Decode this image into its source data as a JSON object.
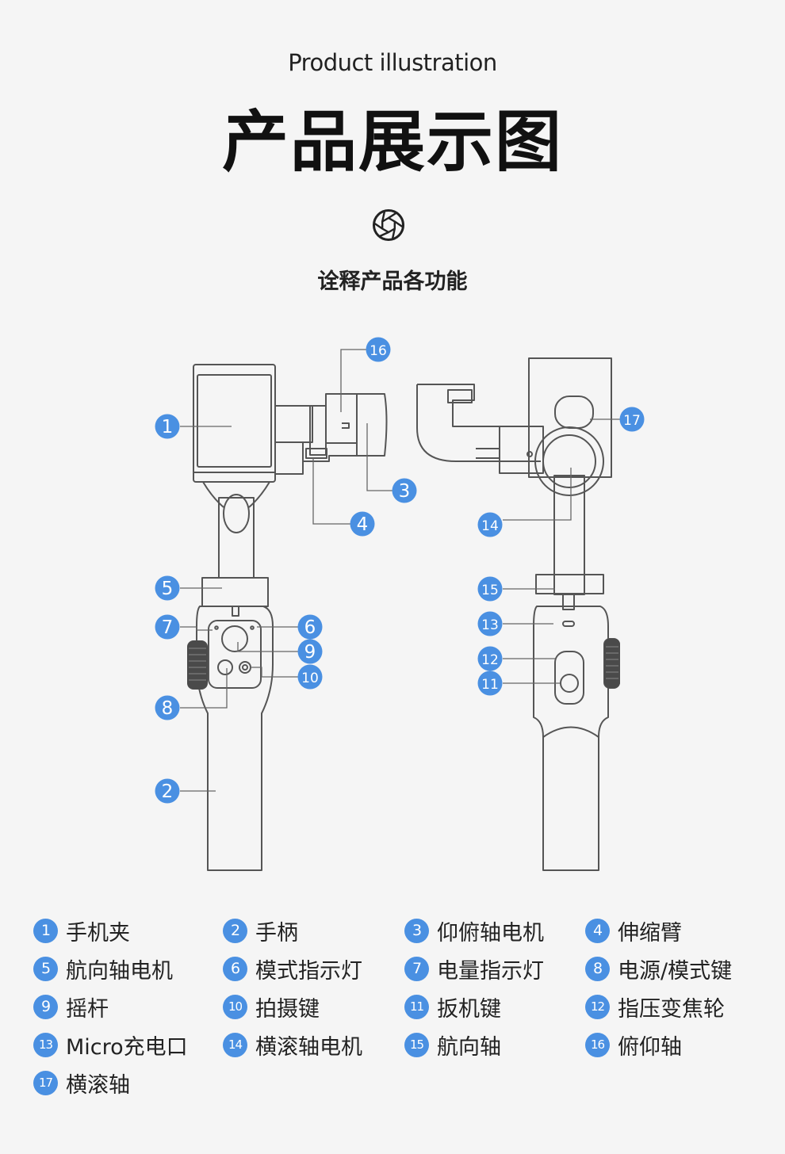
{
  "header": {
    "subtitle_en": "Product illustration",
    "title_cn": "产品展示图",
    "icon": "aperture-icon",
    "tagline": "诠释产品各功能"
  },
  "colors": {
    "badge": "#4a90e2",
    "background": "#f5f5f5",
    "line": "#555555"
  },
  "callouts": [
    "1",
    "2",
    "3",
    "4",
    "5",
    "6",
    "7",
    "8",
    "9",
    "10",
    "11",
    "12",
    "13",
    "14",
    "15",
    "16",
    "17"
  ],
  "legend": [
    {
      "num": "1",
      "label": "手机夹"
    },
    {
      "num": "2",
      "label": "手柄"
    },
    {
      "num": "3",
      "label": "仰俯轴电机"
    },
    {
      "num": "4",
      "label": "伸缩臂"
    },
    {
      "num": "5",
      "label": "航向轴电机"
    },
    {
      "num": "6",
      "label": "模式指示灯"
    },
    {
      "num": "7",
      "label": "电量指示灯"
    },
    {
      "num": "8",
      "label": "电源/模式键"
    },
    {
      "num": "9",
      "label": "摇杆"
    },
    {
      "num": "10",
      "label": "拍摄键"
    },
    {
      "num": "11",
      "label": "扳机键"
    },
    {
      "num": "12",
      "label": "指压变焦轮"
    },
    {
      "num": "13",
      "label": "Micro充电口"
    },
    {
      "num": "14",
      "label": "横滚轴电机"
    },
    {
      "num": "15",
      "label": "航向轴"
    },
    {
      "num": "16",
      "label": "俯仰轴"
    },
    {
      "num": "17",
      "label": "横滚轴"
    }
  ]
}
